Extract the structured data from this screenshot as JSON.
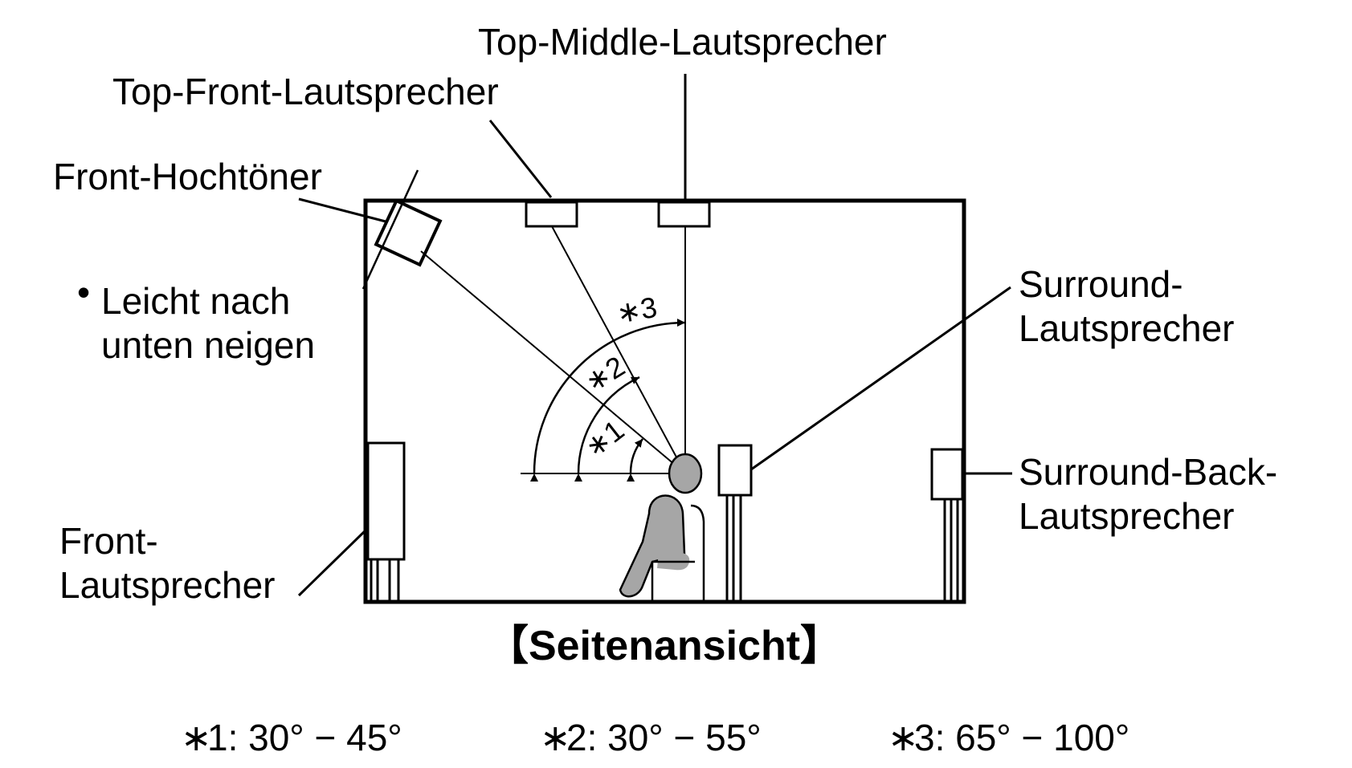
{
  "labels": {
    "top_middle": "Top-Middle-Lautsprecher",
    "top_front": "Top-Front-Lautsprecher",
    "front_tweeter": "Front-Hochtöner",
    "tilt_note_line1": "Leicht nach",
    "tilt_note_line2": "unten neigen",
    "surround_line1": "Surround-",
    "surround_line2": "Lautsprecher",
    "surround_back_line1": "Surround-Back-",
    "surround_back_line2": "Lautsprecher",
    "front_line1": "Front-",
    "front_line2": "Lautsprecher"
  },
  "caption": "【Seitenansicht】",
  "angle_marks": {
    "mark1": "∗1",
    "mark2": "∗2",
    "mark3": "∗3"
  },
  "legend": [
    {
      "marker": "∗",
      "text": "1: 30° − 45°"
    },
    {
      "marker": "∗",
      "text": "2: 30° − 55°"
    },
    {
      "marker": "∗",
      "text": "3: 65° − 100°"
    }
  ],
  "colors": {
    "line": "#000000",
    "listener": "#a6a6a6"
  }
}
